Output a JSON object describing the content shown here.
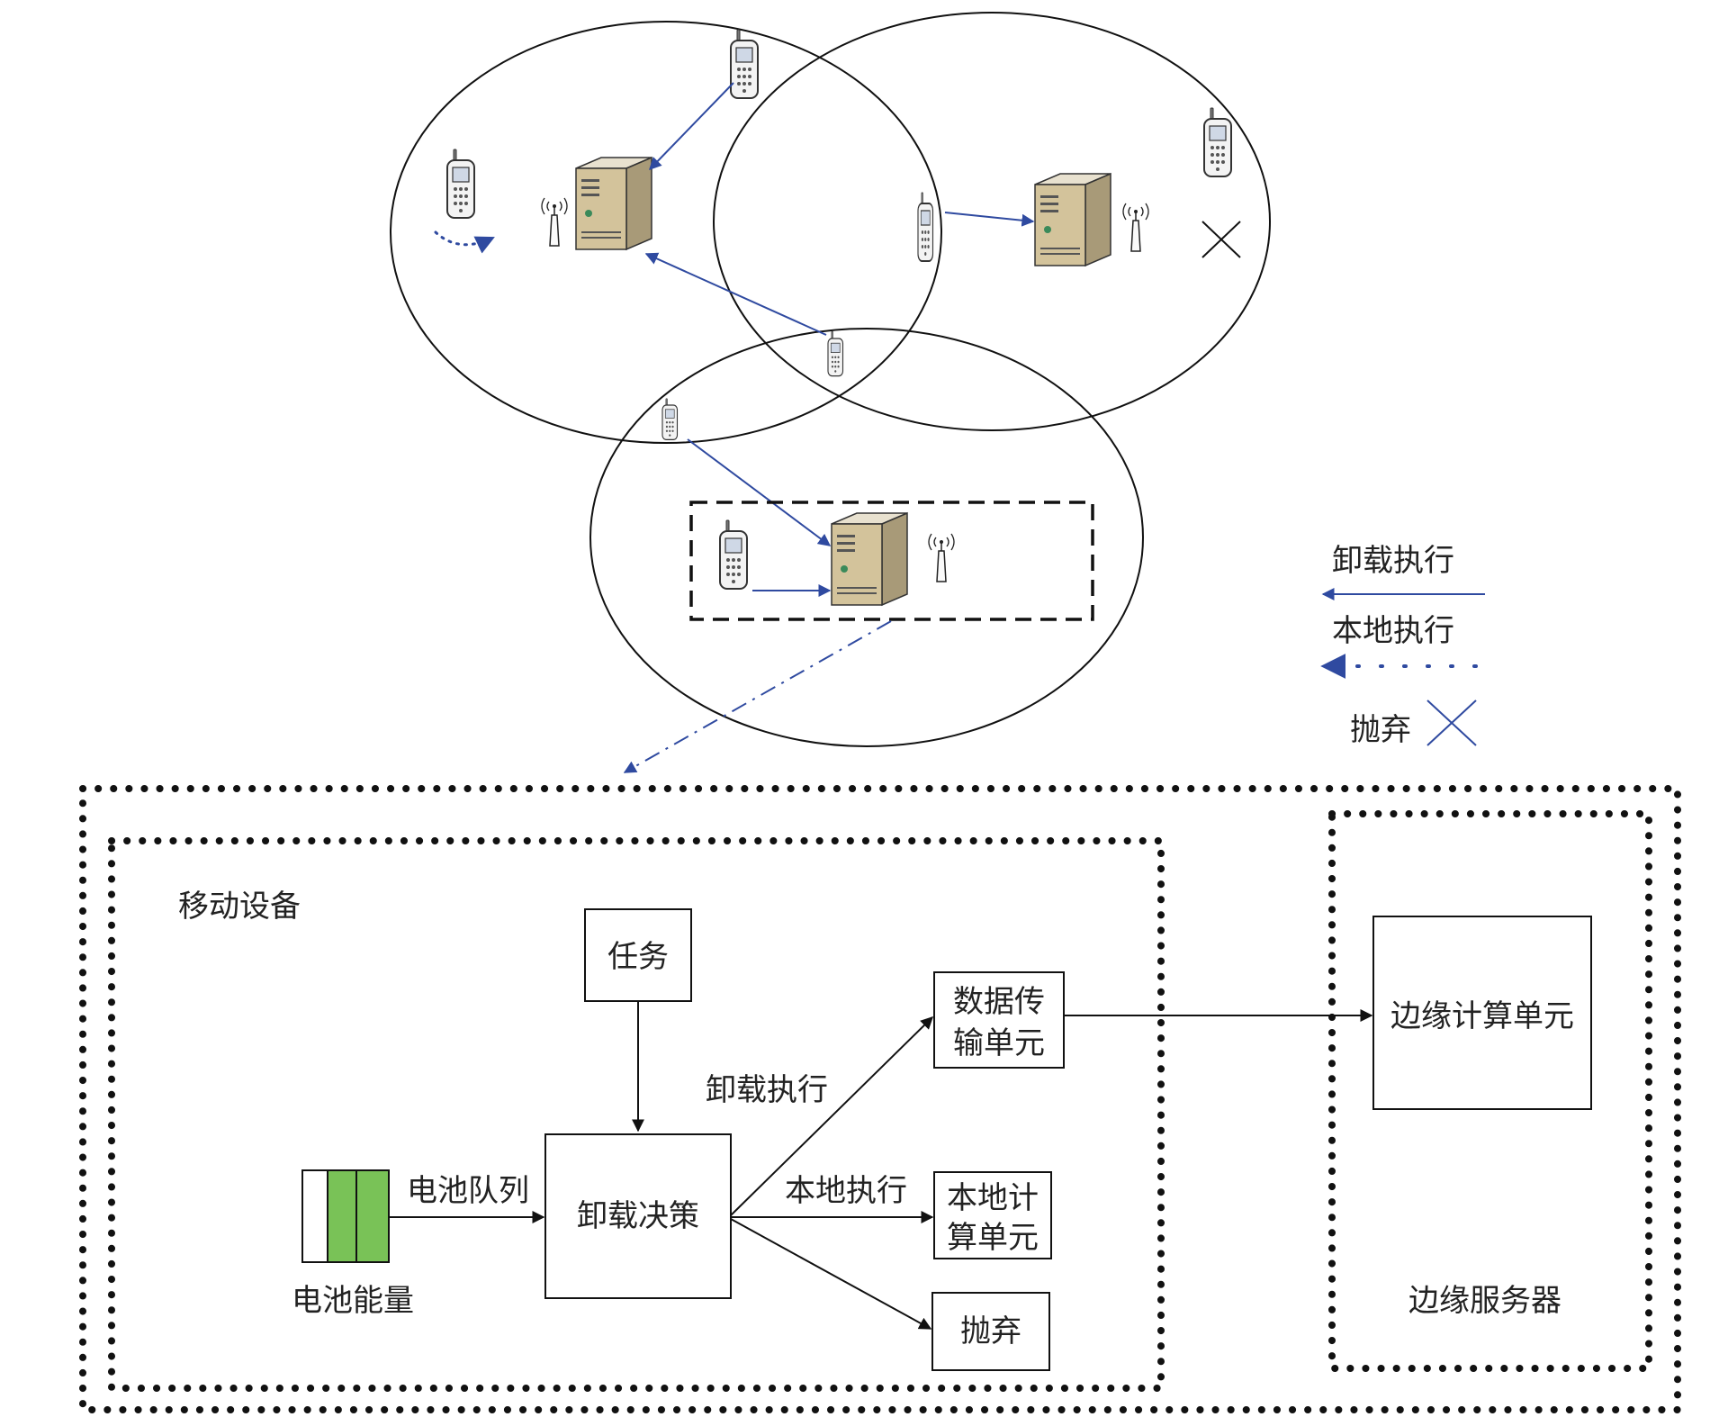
{
  "legend": {
    "offload": "卸载执行",
    "local": "本地执行",
    "discard": "抛弃"
  },
  "device_box": {
    "title": "移动设备",
    "task": "任务",
    "decision": "卸载决策",
    "battery_queue": "电池队列",
    "battery_energy": "电池能量",
    "branch_offload": "卸载执行",
    "branch_local": "本地执行",
    "tx_unit_line1": "数据传",
    "tx_unit_line2": "输单元",
    "local_unit_line1": "本地计",
    "local_unit_line2": "算单元",
    "discard_box": "抛弃"
  },
  "edge_server": {
    "unit": "边缘计算单元",
    "title": "边缘服务器"
  },
  "colors": {
    "arrow_blue": "#2f4aa0",
    "battery_green": "#79c257",
    "server_tan": "#c9b590"
  }
}
